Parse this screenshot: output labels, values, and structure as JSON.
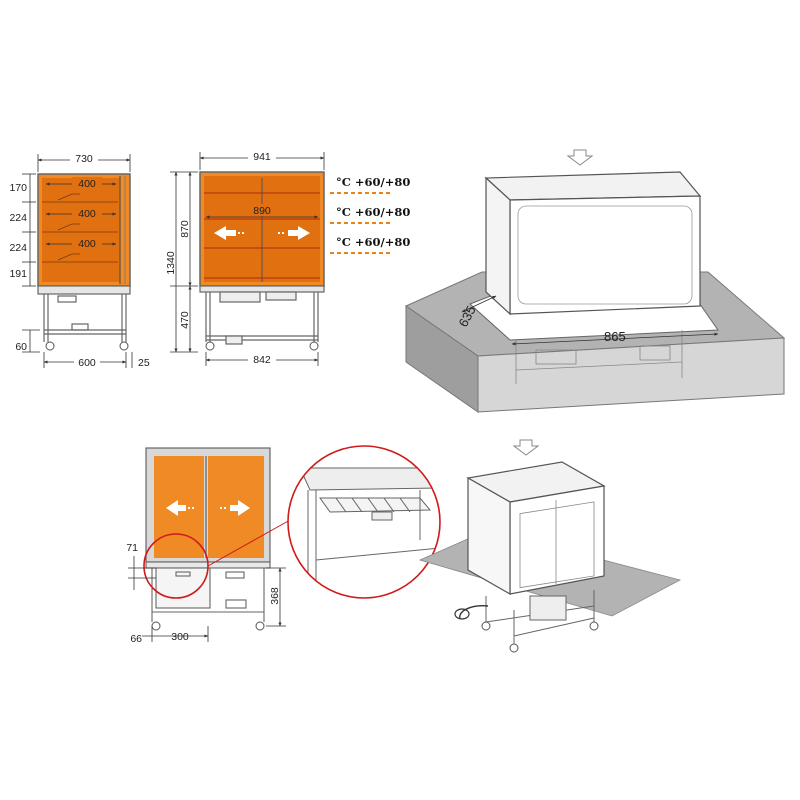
{
  "colors": {
    "orange": "#f08a24",
    "orange_dark": "#e07010",
    "dash_orange": "#e8831c",
    "frame_grey": "#8a8a8a",
    "floor_grey": "#b3b3b3",
    "floor_dark": "#9e9e9e",
    "marker_red": "#d11a1a",
    "shelf_red": "#c0392b"
  },
  "front_view": {
    "width_top": "730",
    "shelf_gaps": [
      "170",
      "224",
      "224",
      "191"
    ],
    "tray_widths": [
      "400",
      "400",
      "400"
    ],
    "base_width": "600",
    "base_offset": "25",
    "foot_height": "60"
  },
  "side_view": {
    "width_top": "941",
    "inner_width": "890",
    "upper_height": "870",
    "total_height": "1340",
    "lower_height": "470",
    "base_width": "842"
  },
  "temperature_labels": [
    "°C +60/+80",
    "°C +60/+80",
    "°C +60/+80"
  ],
  "cutout_view": {
    "depth": "635",
    "width": "865"
  },
  "drawer_view": {
    "drawer_top": "71",
    "drawer_height": "368",
    "left_offset": "66",
    "drawer_width": "300"
  },
  "icons": [
    "arrow-down-icon",
    "arrow-left-icon",
    "arrow-right-icon",
    "detail-circle-icon"
  ]
}
